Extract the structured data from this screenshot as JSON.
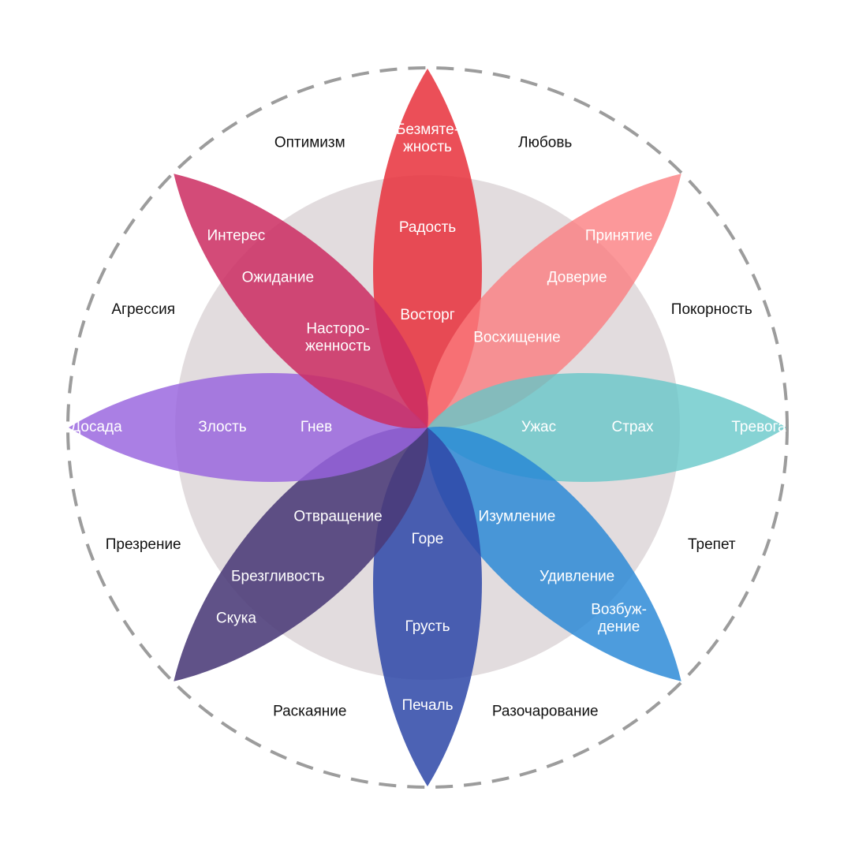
{
  "colors": {
    "background_circle": "#e2dcde",
    "dashed_circle": "#9c9c9c",
    "joy": "#e8323c",
    "trust": "#fb7b7e",
    "fear": "#64c6c8",
    "surprise": "#2686d6",
    "sadness": "#2f48a8",
    "disgust": "#4a3a78",
    "anger": "#9763de",
    "anticipation": "#cc2d62"
  },
  "petals": [
    {
      "key": "joy",
      "outer": "Безмяте-\nжность",
      "middle": "Радость",
      "inner": "Восторг"
    },
    {
      "key": "trust",
      "outer": "Принятие",
      "middle": "Доверие",
      "inner": "Восхищение"
    },
    {
      "key": "fear",
      "outer": "Тревога",
      "middle": "Страх",
      "inner": "Ужас"
    },
    {
      "key": "surprise",
      "outer": "Возбуж-\nдение",
      "middle": "Удивление",
      "inner": "Изумление"
    },
    {
      "key": "sadness",
      "outer": "Печаль",
      "middle": "Грусть",
      "inner": "Горе"
    },
    {
      "key": "disgust",
      "outer": "Скука",
      "middle": "Брезгливость",
      "inner": "Отвращение"
    },
    {
      "key": "anger",
      "outer": "Досада",
      "middle": "Злость",
      "inner": "Гнев"
    },
    {
      "key": "anticipation",
      "outer": "Интерес",
      "middle": "Ожидание",
      "inner": "Насторо-\nженность"
    }
  ],
  "dyads": [
    "Любовь",
    "Покорность",
    "Трепет",
    "Разочарование",
    "Раскаяние",
    "Презрение",
    "Агрессия",
    "Оптимизм"
  ]
}
